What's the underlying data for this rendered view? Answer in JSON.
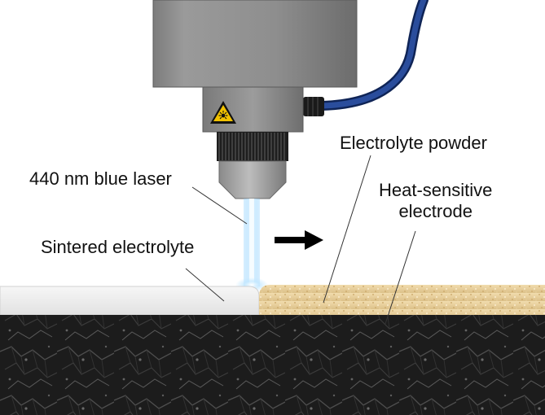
{
  "labels": {
    "laser": "440 nm blue laser",
    "sintered": "Sintered electrolyte",
    "powder": "Electrolyte powder",
    "electrode_line1": "Heat-sensitive",
    "electrode_line2": "electrode"
  },
  "icons": {
    "laser_warning": "laser-hazard-triangle",
    "direction": "right-arrow"
  },
  "colors": {
    "laser_beam": "#8fd0ff",
    "sintered_layer": "#eeeeee",
    "powder": "#e8cf9a",
    "electrode": "#1c1c1c",
    "cable": "#1f3f86",
    "warning": "#f2c200"
  }
}
